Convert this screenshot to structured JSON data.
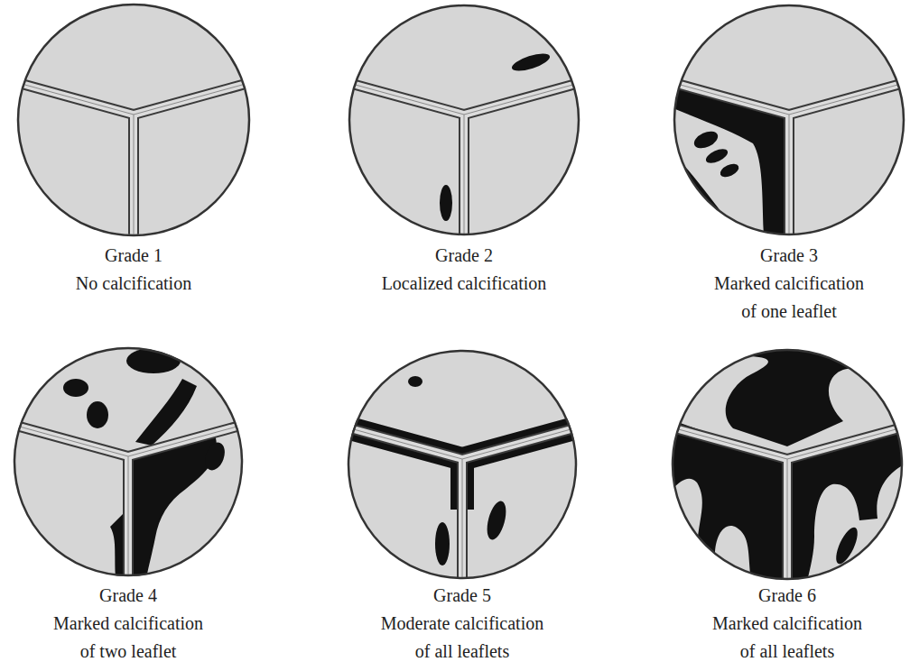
{
  "diagram": {
    "labels": [
      "Grade 1",
      "No calcification",
      "Grade 2",
      "Localized calcification",
      "Grade 3",
      "Marked calcification of one leaflet",
      "Grade 4",
      "Marked calcification of two leaflet",
      "Grade 5",
      "Moderate calcification of all leaflets",
      "Grade 6",
      "Marked calcification of all leaflets"
    ]
  }
}
